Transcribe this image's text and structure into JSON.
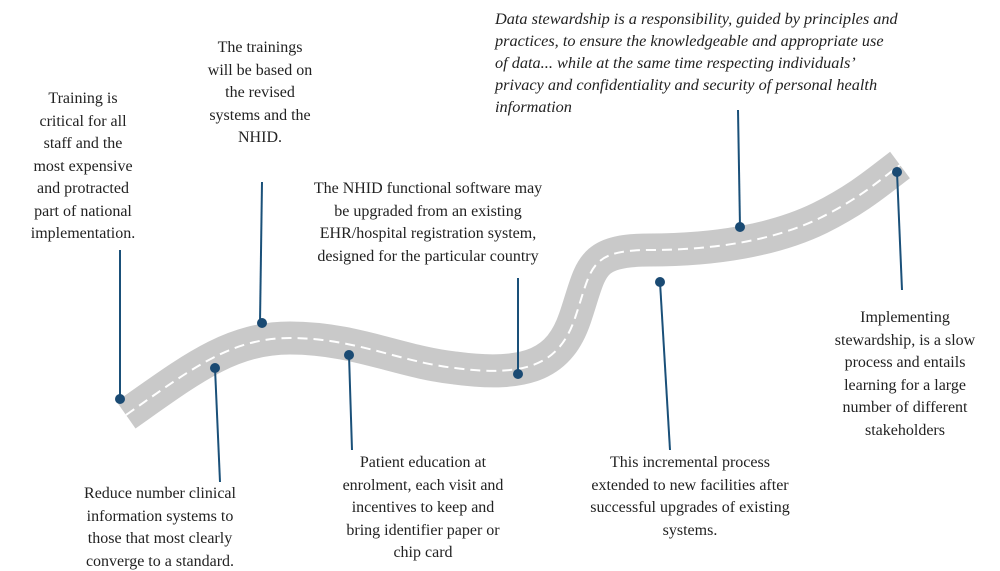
{
  "colors": {
    "road": "#c9c9c9",
    "center_line": "#ffffff",
    "connector": "#1a5079",
    "marker": "#1a4a73",
    "text": "#222222"
  },
  "annotations": [
    {
      "id": "training-critical",
      "lines": [
        "Training is",
        "critical for all",
        "staff and the",
        "most expensive",
        "and protracted",
        "part of national",
        "implementation."
      ]
    },
    {
      "id": "trainings-revised",
      "lines": [
        "The trainings",
        "will be based on",
        "the revised",
        "systems and the",
        "NHID."
      ]
    },
    {
      "id": "nhid-software",
      "lines": [
        "The NHID functional software may",
        "be upgraded from an existing",
        "EHR/hospital registration system,",
        "designed for the particular country"
      ]
    },
    {
      "id": "stewardship-definition",
      "style": "italic",
      "lines": [
        "Data stewardship is a responsibility, guided by principles and",
        "practices, to ensure the knowledgeable and appropriate use",
        "of data... while at the same time respecting individuals’",
        "privacy and confidentiality and security of personal health",
        "information"
      ]
    },
    {
      "id": "implementing-stewardship",
      "lines": [
        "Implementing",
        "stewardship, is a slow",
        "process and entails",
        "learning for a large",
        "number of different",
        "stakeholders"
      ]
    },
    {
      "id": "reduce-systems",
      "lines": [
        "Reduce number clinical",
        "information systems to",
        "those that most clearly",
        "converge to a standard."
      ]
    },
    {
      "id": "patient-education",
      "lines": [
        "Patient education at",
        "enrolment, each visit and",
        "incentives to keep and",
        "bring identifier paper or",
        "chip card"
      ]
    },
    {
      "id": "incremental-process",
      "lines": [
        "This incremental process",
        "extended to new facilities after",
        "successful upgrades of existing",
        "systems."
      ]
    }
  ]
}
